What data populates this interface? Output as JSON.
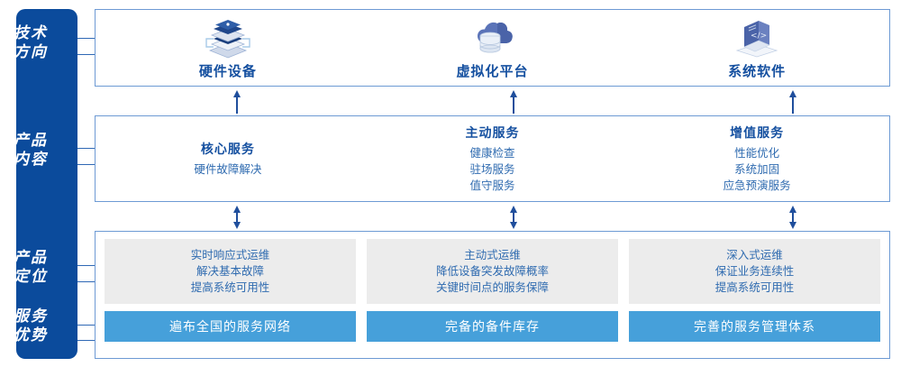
{
  "sidebar": {
    "bg_color": "#0b4b9c",
    "labels": [
      {
        "name": "tech-direction",
        "line1": "技术",
        "line2": "方向"
      },
      {
        "name": "product-content",
        "line1": "产品",
        "line2": "内容"
      },
      {
        "name": "product-position",
        "line1": "产品",
        "line2": "定位"
      },
      {
        "name": "service-advantage",
        "line1": "服务",
        "line2": "优势"
      }
    ]
  },
  "tech_row": {
    "items": [
      {
        "icon": "server-stack-icon",
        "label": "硬件设备"
      },
      {
        "icon": "cloud-database-icon",
        "label": "虚拟化平台"
      },
      {
        "icon": "software-book-icon",
        "label": "系统软件"
      }
    ]
  },
  "product_row": {
    "columns": [
      {
        "title": "核心服务",
        "items": [
          "硬件故障解决"
        ]
      },
      {
        "title": "主动服务",
        "items": [
          "健康检查",
          "驻场服务",
          "值守服务"
        ]
      },
      {
        "title": "增值服务",
        "items": [
          "性能优化",
          "系统加固",
          "应急预演服务"
        ]
      }
    ]
  },
  "positioning_row": {
    "cards": [
      {
        "lines": [
          "实时响应式运维",
          "解决基本故障",
          "提高系统可用性"
        ]
      },
      {
        "lines": [
          "主动式运维",
          "降低设备突发故障概率",
          "关键时间点的服务保障"
        ]
      },
      {
        "lines": [
          "深入式运维",
          "保证业务连续性",
          "提高系统可用性"
        ]
      }
    ]
  },
  "advantage_row": {
    "bars": [
      {
        "label": "遍布全国的服务网络"
      },
      {
        "label": "完备的备件库存"
      },
      {
        "label": "完善的服务管理体系"
      }
    ]
  },
  "colors": {
    "sidebar_blue": "#0b4b9c",
    "panel_border": "#6d9ad4",
    "title_blue": "#1550a0",
    "body_blue": "#2f6bb0",
    "card_gray": "#ececec",
    "bar_blue": "#46a0da",
    "arrow_blue": "#1f4e9c"
  }
}
